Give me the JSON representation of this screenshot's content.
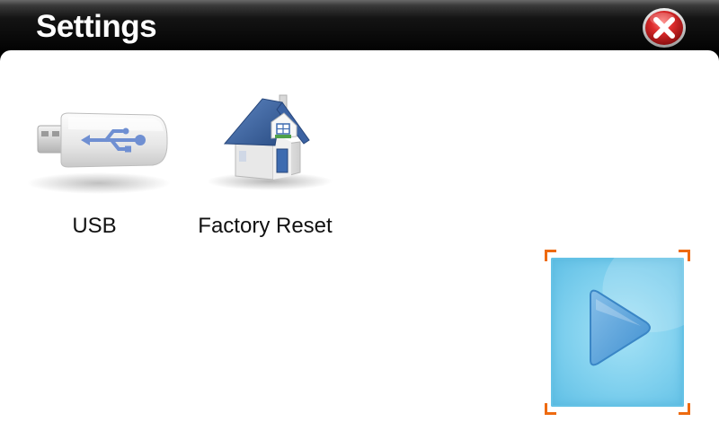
{
  "window": {
    "title": "Settings",
    "close_label": "close"
  },
  "apps": [
    {
      "id": "usb",
      "label": "USB",
      "icon": "usb-drive-icon"
    },
    {
      "id": "factory-reset",
      "label": "Factory Reset",
      "icon": "house-icon"
    }
  ],
  "actions": {
    "next_icon": "play-icon"
  },
  "colors": {
    "titlebar": "#000000",
    "content_bg": "#ffffff",
    "close_red": "#c81e24",
    "play_bg": "#86d3ef",
    "play_arrow": "#5aa7dc",
    "focus_corner": "#ee6a10"
  }
}
